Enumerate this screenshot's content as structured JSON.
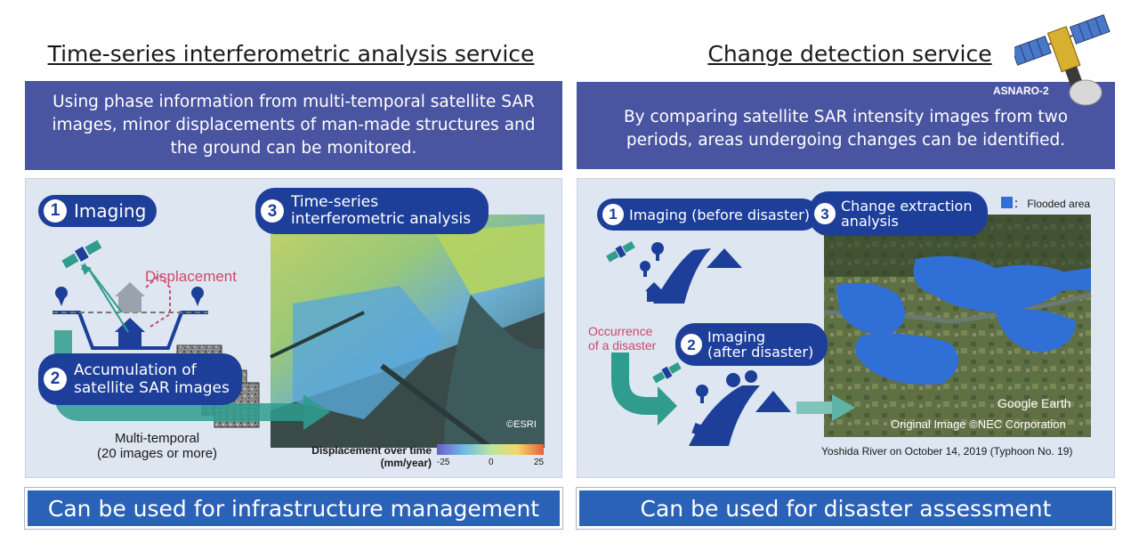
{
  "left": {
    "title": "Time-series interferometric analysis service",
    "description_lines": [
      "Using phase information from multi-temporal satellite SAR",
      "images, minor displacements of man-made structures and",
      "the ground can be monitored."
    ],
    "step1": {
      "number": "1",
      "label": "Imaging"
    },
    "step2": {
      "number": "2",
      "label_lines": [
        "Accumulation of",
        "satellite SAR images"
      ]
    },
    "step3": {
      "number": "3",
      "label_lines": [
        "Time-series",
        "interferometric analysis"
      ]
    },
    "displacement_label": "Displacement",
    "multi_temporal_lines": [
      "Multi-temporal",
      "(20 images or more)"
    ],
    "legend": {
      "title": "Displacement over time",
      "unit": "(mm/year)",
      "ticks": [
        "-25",
        "0",
        "25"
      ]
    },
    "credit": "©ESRI",
    "footer": "Can be used for infrastructure management"
  },
  "right": {
    "title": "Change detection service",
    "satellite_label": "ASNARO-2",
    "description_lines": [
      "By comparing satellite SAR intensity images from two",
      "periods, areas undergoing changes can be identified."
    ],
    "step1": {
      "number": "1",
      "label": "Imaging (before disaster)"
    },
    "step2": {
      "number": "2",
      "label_lines": [
        "Imaging",
        "(after disaster)"
      ]
    },
    "step3": {
      "number": "3",
      "label_lines": [
        "Change extraction",
        "analysis"
      ]
    },
    "occurrence_lines": [
      "Occurrence",
      "of a disaster"
    ],
    "legend_label": "： Flooded area",
    "map_watermark": "Google Earth",
    "map_credit": "Original Image ©NEC Corporation",
    "caption": "Yoshida River on October 14, 2019 (Typhoon No. 19)",
    "footer": "Can be used for disaster assessment"
  },
  "colors": {
    "description_bg": "#4a55a2",
    "pill": "#1d3f9a",
    "footer": "#2a62b8",
    "arrow": "#2f9c8e",
    "displacement": "#d04a6a",
    "flood": "#2f6fd6",
    "panel_bg": "#dde6f1"
  }
}
